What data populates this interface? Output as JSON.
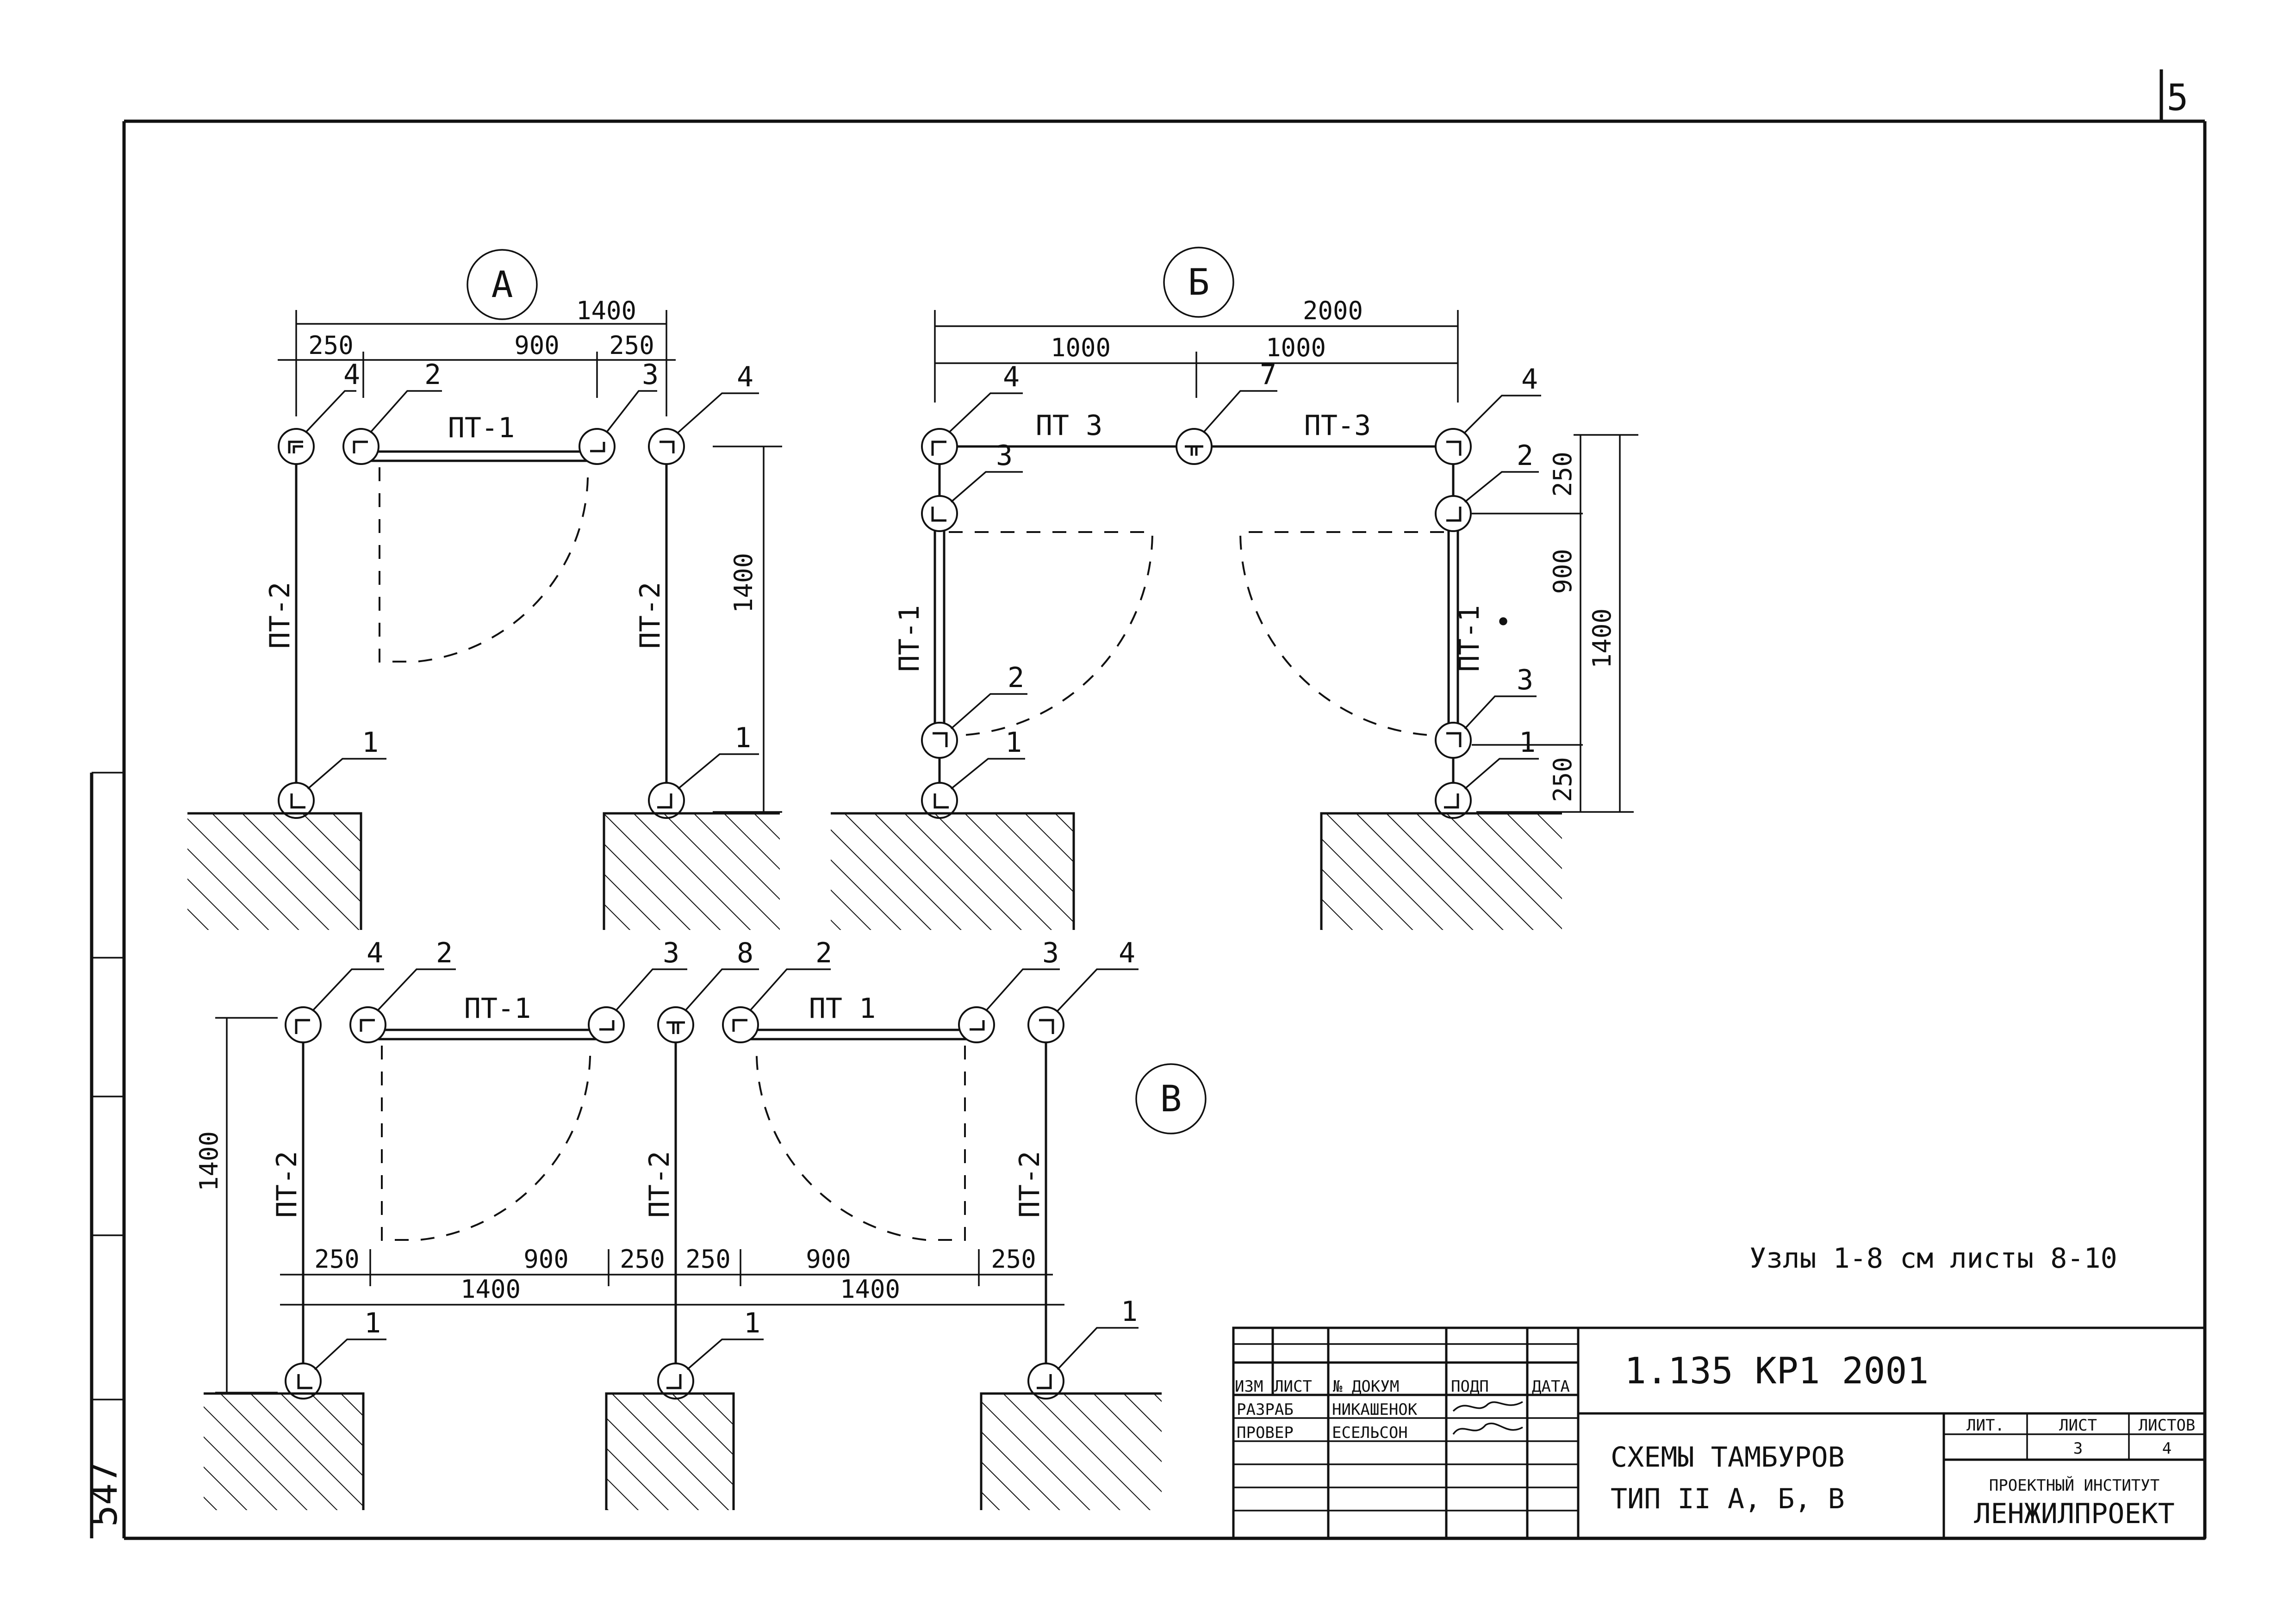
{
  "sheet": {
    "page_number": "5",
    "archive_number": "547",
    "note": "Узлы 1-8 см листы 8-10"
  },
  "schemes": {
    "a": {
      "title": "А",
      "dims": {
        "total": "1400",
        "left": "250",
        "middle": "900",
        "right": "250",
        "depth": "1400"
      },
      "panels": {
        "top": "ПТ-1",
        "left": "ПТ-2",
        "right": "ПТ-2"
      },
      "nodes": {
        "tl": "4",
        "t2": "2",
        "t3": "3",
        "tr": "4",
        "bl": "1",
        "br": "1"
      }
    },
    "b": {
      "title": "Б",
      "dims": {
        "total": "2000",
        "half_left": "1000",
        "half_right": "1000",
        "top": "250",
        "mid": "900",
        "bottom": "250",
        "depth": "1400"
      },
      "panels": {
        "top_left": "ПТ 3",
        "top_right": "ПТ-3",
        "left": "ПТ-1",
        "right": "ПТ-1"
      },
      "nodes": {
        "tl": "4",
        "tm": "7",
        "tr": "4",
        "l3": "3",
        "l2": "2",
        "l1": "1",
        "r2": "2",
        "r3": "3",
        "r1": "1"
      }
    },
    "v": {
      "title": "В",
      "dims": {
        "d1": "250",
        "d2": "900",
        "d3": "250",
        "d4": "250",
        "d5": "900",
        "d6": "250",
        "t1": "1400",
        "t2": "1400",
        "depth": "1400"
      },
      "panels": {
        "top_left": "ПТ-1",
        "top_right": "ПТ 1",
        "left": "ПТ-2",
        "middle": "ПТ-2",
        "right": "ПТ-2"
      },
      "nodes": {
        "n1": "4",
        "n2": "2",
        "n3": "3",
        "n4": "8",
        "n5": "2",
        "n6": "3",
        "n7": "4",
        "b1": "1",
        "b2": "1",
        "b3": "1"
      }
    }
  },
  "title_block": {
    "code": "1.135 КР1 2001",
    "title_line1": "СХЕМЫ ТАМБУРОВ",
    "title_line2": "ТИП II А, Б, В",
    "headers": {
      "izm": "ИЗМ",
      "list": "ЛИСТ",
      "doc": "№ ДОКУМ",
      "sign": "ПОДП",
      "date": "ДАТА"
    },
    "rows": [
      {
        "role": "РАЗРАБ",
        "name": "НИКАШЕНОК"
      },
      {
        "role": "ПРОВЕР",
        "name": "ЕСЕЛЬСОН"
      }
    ],
    "sheet_info": {
      "lit_label": "ЛИТ.",
      "sheet_label": "ЛИСТ",
      "sheets_label": "ЛИСТОВ",
      "sheet": "3",
      "sheets": "4"
    },
    "org_line1": "ПРОЕКТНЫЙ ИНСТИТУТ",
    "org_line2": "ЛЕНЖИЛПРОЕКТ"
  }
}
